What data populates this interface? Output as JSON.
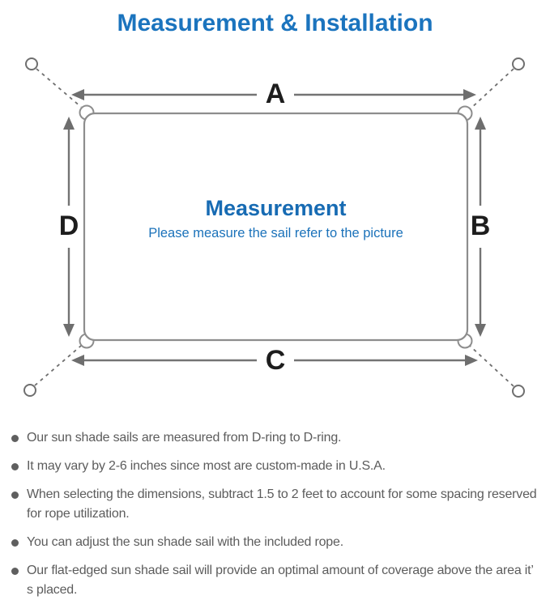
{
  "title": "Measurement & Installation",
  "diagram": {
    "labels": {
      "top": "A",
      "right": "B",
      "bottom": "C",
      "left": "D"
    },
    "center_title": "Measurement",
    "center_subtitle": "Please measure the sail refer to the picture"
  },
  "colors": {
    "accent_blue": "#1b74be",
    "center_blue": "#176bb3",
    "line_gray": "#747474",
    "sail_border_gray": "#8d8d8d",
    "note_text_gray": "#5c5c5c",
    "label_black": "#1d1d1d"
  },
  "notes": [
    "Our sun shade sails are measured from D-ring to D-ring.",
    "It may vary by 2-6 inches since most are custom-made in U.S.A.",
    "When selecting the dimensions, subtract 1.5 to 2 feet to account for some spacing reserved for rope utilization.",
    "You can adjust the sun shade sail with the included rope.",
    "Our flat-edged sun shade sail will provide an optimal amount of coverage above the area it’ s placed."
  ]
}
